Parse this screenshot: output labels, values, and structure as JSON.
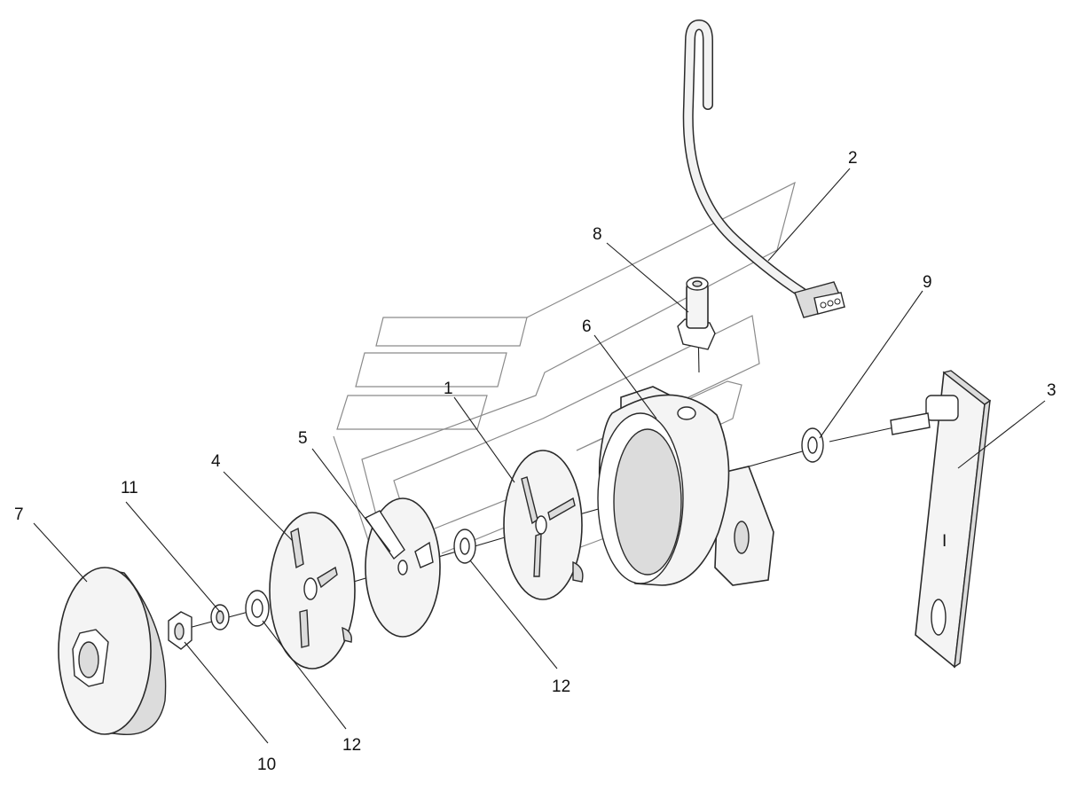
{
  "diagram": {
    "type": "exploded-assembly-view",
    "callouts": [
      {
        "id": "c1",
        "label": "1"
      },
      {
        "id": "c2",
        "label": "2"
      },
      {
        "id": "c3",
        "label": "3"
      },
      {
        "id": "c4",
        "label": "4"
      },
      {
        "id": "c5",
        "label": "5"
      },
      {
        "id": "c6",
        "label": "6"
      },
      {
        "id": "c7",
        "label": "7"
      },
      {
        "id": "c8",
        "label": "8"
      },
      {
        "id": "c9",
        "label": "9"
      },
      {
        "id": "c10",
        "label": "10"
      },
      {
        "id": "c11",
        "label": "11"
      },
      {
        "id": "c12a",
        "label": "12"
      },
      {
        "id": "c12b",
        "label": "12"
      },
      {
        "id": "c3-mark",
        "label": "I"
      }
    ]
  }
}
